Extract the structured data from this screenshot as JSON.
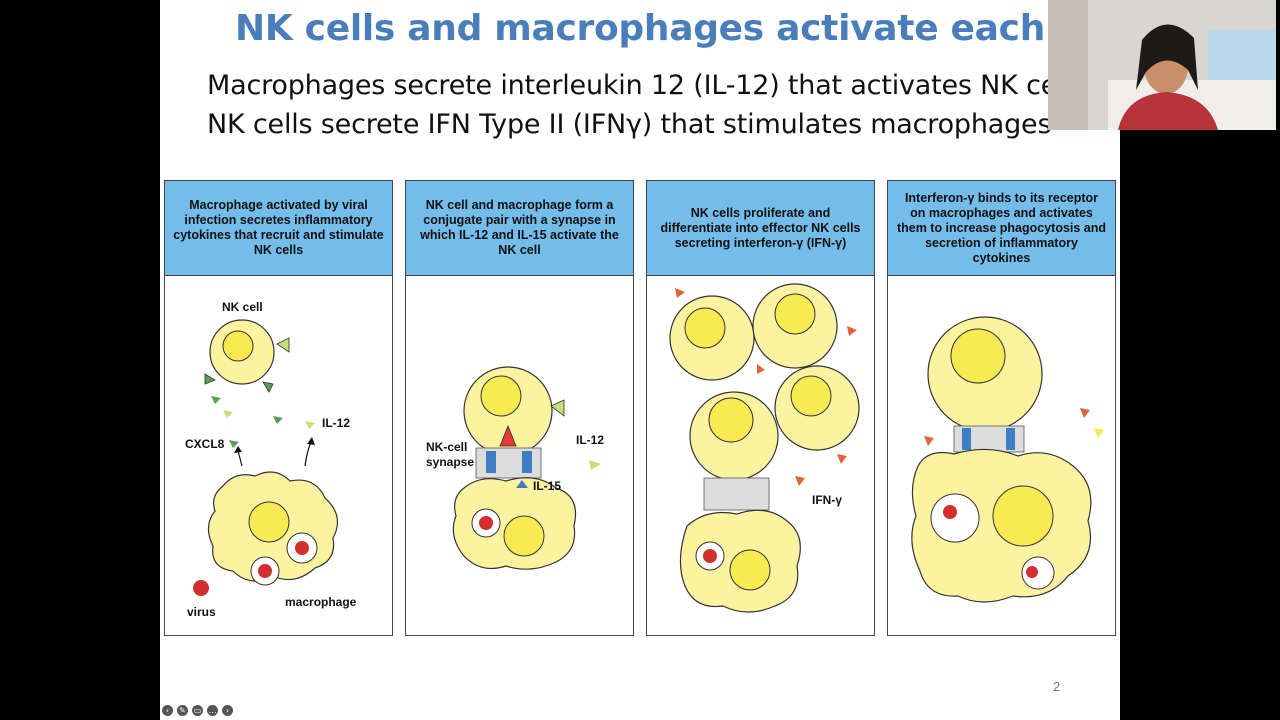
{
  "slide": {
    "title": "NK cells and macrophages activate each other",
    "subtitle_1": "Macrophages secrete interleukin 12 (IL-12) that activates NK cells",
    "subtitle_2": "NK cells secrete IFN Type II (IFNγ) that stimulates macrophages",
    "page_number": "2"
  },
  "panels": [
    {
      "header": "Macrophage activated by viral infection secretes inflammatory cytokines that recruit and stimulate NK cells",
      "labels": {
        "nk_cell": "NK cell",
        "il12": "IL-12",
        "cxcl8": "CXCL8",
        "virus": "virus",
        "macrophage": "macrophage"
      }
    },
    {
      "header": "NK cell and macrophage form a conjugate pair with a synapse in which IL-12 and IL-15 activate the NK cell",
      "labels": {
        "synapse_1": "NK-cell",
        "synapse_2": "synapse",
        "il12": "IL-12",
        "il15": "IL-15"
      }
    },
    {
      "header": "NK cells proliferate and differentiate into effector NK cells secreting interferon-γ (IFN-γ)",
      "labels": {
        "ifn": "IFN-γ"
      }
    },
    {
      "header": "Interferon-γ binds to its receptor on macrophages and activates them to increase phagocytosis and secretion of inflammatory cytokines",
      "labels": {}
    }
  ],
  "colors": {
    "title": "#4a7ebb",
    "header_bg": "#74bce9",
    "cell_fill": "#fbf3a0",
    "nucleus_fill": "#f7ea52",
    "virus": "#d32f2f",
    "green_cytokine": "#5a9e5a",
    "orange_cytokine": "#e0663a"
  },
  "player_controls": [
    "previous-icon",
    "pen-icon",
    "subtitles-icon",
    "more-icon",
    "next-icon"
  ]
}
